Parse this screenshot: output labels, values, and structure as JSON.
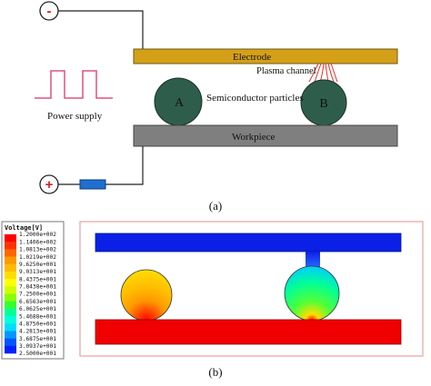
{
  "panel_a": {
    "electrode_label": "Electrode",
    "plasma_label": "Plasma channel",
    "power_label": "Power supply",
    "particle_a": "A",
    "particle_b": "B",
    "particles_label": "Semiconductor particles",
    "workpiece_label": "Workpiece",
    "minus_sign": "-",
    "plus_sign": "+",
    "caption": "(a)"
  },
  "panel_b": {
    "legend_title": "Voltage[V]",
    "legend_values": [
      "1.2000e+002",
      "1.1406e+002",
      "1.0813e+002",
      "1.0219e+002",
      "9.6250e+001",
      "9.0313e+001",
      "8.4375e+001",
      "7.8438e+001",
      "7.2500e+001",
      "6.6563e+001",
      "6.0625e+001",
      "5.4688e+001",
      "4.8750e+001",
      "4.2813e+001",
      "3.6875e+001",
      "3.0937e+001",
      "2.5000e+001"
    ],
    "legend_colors": [
      "#ff0000",
      "#ff3300",
      "#ff6600",
      "#ff9900",
      "#ffbb00",
      "#ffdd00",
      "#ffff00",
      "#ccff00",
      "#88ff00",
      "#33ff33",
      "#00ff99",
      "#00ffdd",
      "#00ddff",
      "#0099ff",
      "#0055ff",
      "#0022ff"
    ],
    "caption": "(b)"
  },
  "colors": {
    "electrode": "#d4a017",
    "workpiece": "#7f7f7f",
    "particle": "#2e5e4b",
    "plasma": "#e0302a",
    "wire": "#222222",
    "pulse": "#e0507a",
    "resistor": "#1e6fd0",
    "frame": "#e8a0a0",
    "top_plate_b": "#0a20e6",
    "bottom_plate_b": "#f00000"
  }
}
